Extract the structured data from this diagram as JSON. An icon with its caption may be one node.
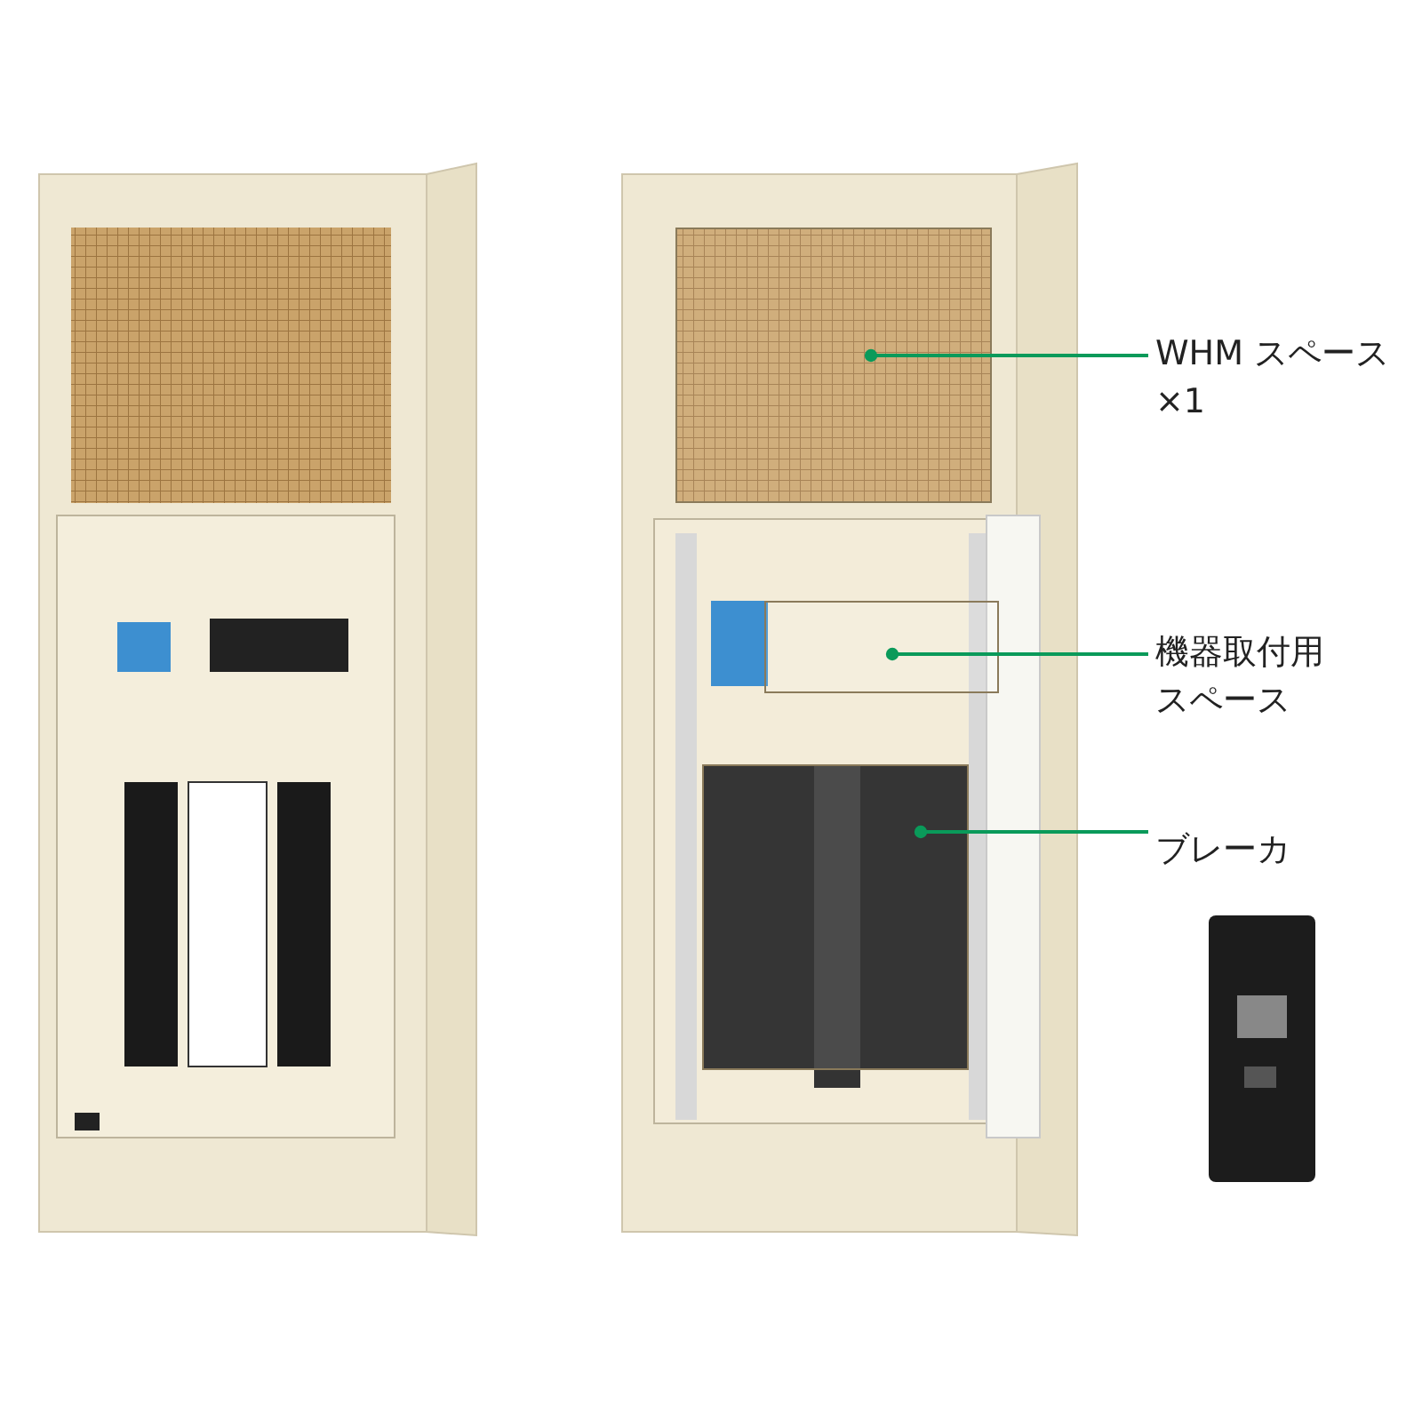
{
  "diagram": {
    "nodes": [
      {
        "text": [
          "WHM スペース×1"
        ]
      },
      {
        "text": [],
        "shape": "box"
      },
      {
        "text": [
          "機器取付用スペース"
        ]
      },
      {
        "text": [],
        "shape": "box"
      },
      {
        "text": [
          "ブレーカ"
        ]
      },
      {
        "text": [],
        "shape": "box"
      }
    ],
    "edges": [
      {
        "from": 0,
        "to": 1,
        "arrow": "other"
      },
      {
        "from": 2,
        "to": 3,
        "arrow": "other"
      },
      {
        "from": 4,
        "to": 5,
        "arrow": "other"
      }
    ]
  }
}
